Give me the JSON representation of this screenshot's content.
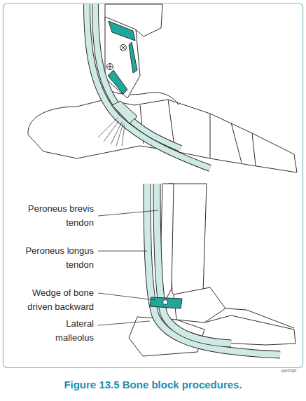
{
  "diagram": {
    "caption": "Figure 13.5 Bone block procedures.",
    "labels": [
      "Peroneus brevis tendon",
      "Peroneus longus tendon",
      "Wedge of bone driven backward",
      "Lateral malleolus",
      "HUTAIF"
    ]
  }
}
